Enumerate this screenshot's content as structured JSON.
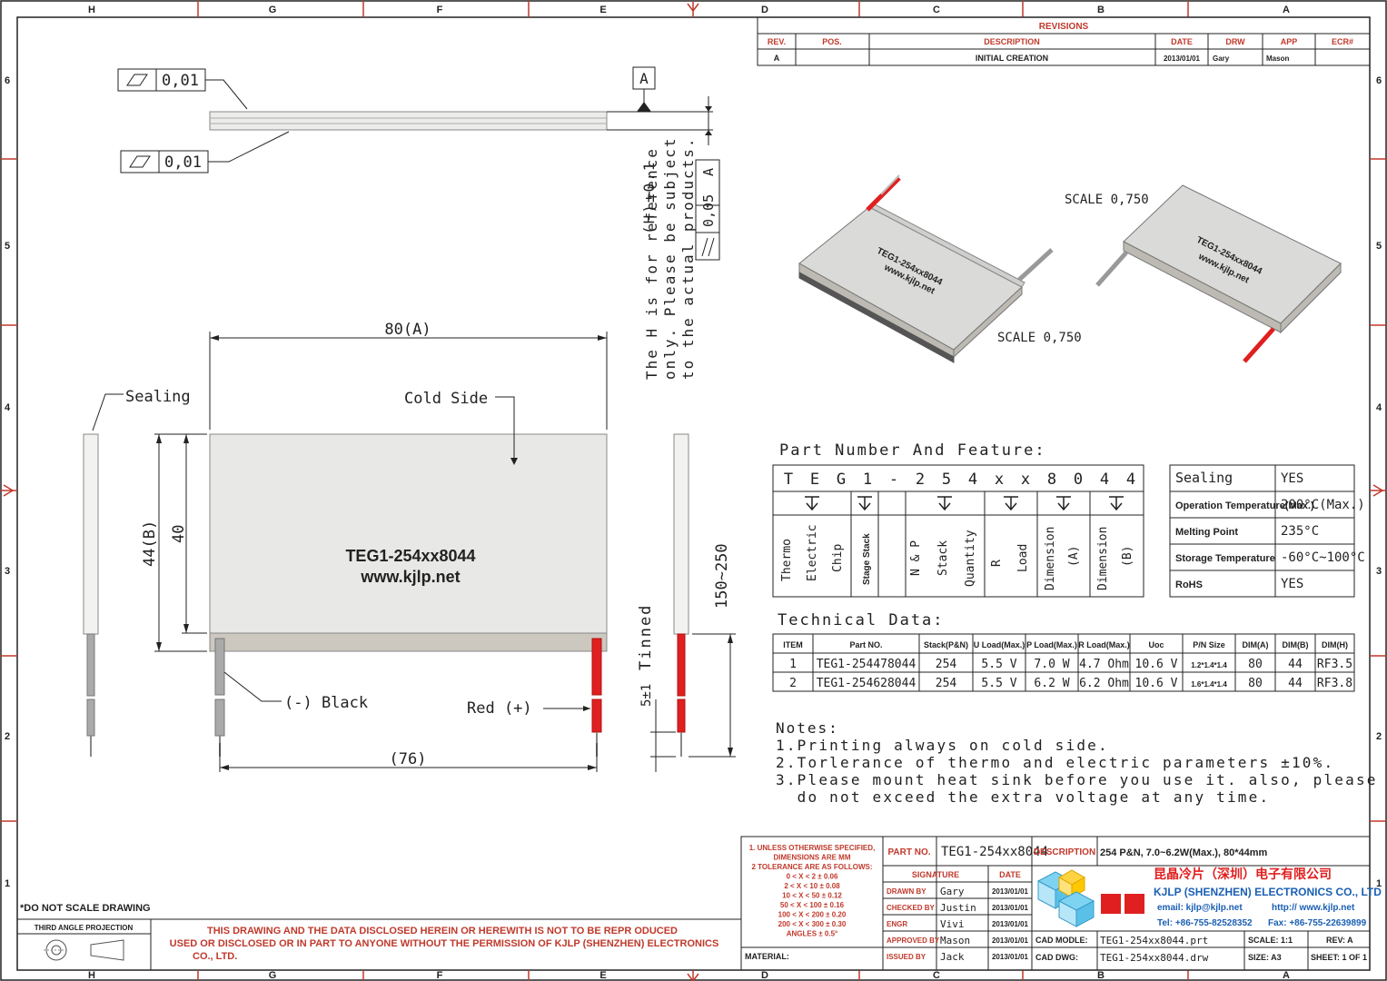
{
  "border": {
    "cols_top": [
      "H",
      "G",
      "F",
      "E",
      "D",
      "C",
      "B",
      "A"
    ],
    "rows": [
      "6",
      "5",
      "4",
      "3",
      "2",
      "1"
    ]
  },
  "revisions": {
    "title": "REVISIONS",
    "headers": [
      "REV.",
      "POS.",
      "DESCRIPTION",
      "DATE",
      "DRW",
      "APP",
      "ECR#"
    ],
    "row": [
      "A",
      "",
      "INITIAL CREATION",
      "2013/01/01",
      "Gary",
      "Mason",
      ""
    ]
  },
  "top_view": {
    "flat1": "0,01",
    "flat2": "0,01",
    "datum": "A",
    "parallel": "0,05",
    "parallel_datum": "A",
    "note_lines": [
      "(H)±0.1",
      "The H is for reference",
      "only. Please be subject",
      "to the actual products."
    ]
  },
  "iso": {
    "scale1": "SCALE  0,750",
    "scale2": "SCALE  0,750",
    "mark1": "TEG1-254xx8044",
    "mark2": "www.kjlp.net"
  },
  "front": {
    "dim_a": "80(A)",
    "dim_b": "44(B)",
    "dim_40": "40",
    "dim_76": "(76)",
    "cold_side": "Cold Side",
    "sealing": "Sealing",
    "black": "(-) Black",
    "red": "Red (+)",
    "tinned": "Tinned",
    "tinned_dim": "5±1",
    "lead_dim": "150~250",
    "mark1": "TEG1-254xx8044",
    "mark2": "www.kjlp.net"
  },
  "part_number": {
    "title": "Part Number And Feature:",
    "chars": [
      "T",
      "E",
      "G",
      "1",
      "-",
      "2",
      "5",
      "4",
      "x",
      "x",
      "8",
      "0",
      "4",
      "4"
    ],
    "labels": [
      "Thermo Electric Chip",
      "Stage Stack",
      "N & P Stack Quantity",
      "R Load",
      "Dimension (A)",
      "Dimension (B)"
    ]
  },
  "features": [
    {
      "k": "Sealing",
      "v": "YES"
    },
    {
      "k": "Operation Temperature(Max.)",
      "v": "200°C(Max.)"
    },
    {
      "k": "Melting Point",
      "v": "235°C"
    },
    {
      "k": "Storage Temperature",
      "v": "-60°C~100°C"
    },
    {
      "k": "RoHS",
      "v": "YES"
    }
  ],
  "tech": {
    "title": "Technical Data:",
    "headers": [
      "ITEM",
      "Part NO.",
      "Stack(P&N)",
      "U Load(Max.)",
      "P Load(Max.)",
      "R Load(Max.)",
      "Uoc",
      "P/N Size",
      "DIM(A)",
      "DIM(B)",
      "DIM(H)"
    ],
    "rows": [
      [
        "1",
        "TEG1-254478044",
        "254",
        "5.5 V",
        "7.0 W",
        "4.7 Ohm",
        "10.6 V",
        "1.2*1.4*1.4",
        "80",
        "44",
        "RF3.5"
      ],
      [
        "2",
        "TEG1-254628044",
        "254",
        "5.5 V",
        "6.2 W",
        "6.2 Ohm",
        "10.6 V",
        "1.6*1.4*1.4",
        "80",
        "44",
        "RF3.8"
      ]
    ]
  },
  "notes": {
    "title": "Notes:",
    "lines": [
      "1.Printing always on cold side.",
      "2.Torlerance of thermo and electric parameters ±10%.",
      "3.Please mount heat sink before you use it. also, please",
      "  do not exceed the extra voltage at any time."
    ]
  },
  "title_block": {
    "tol": [
      "1. UNLESS OTHERWISE SPECIFIED,",
      "DIMENSIONS ARE MM",
      "2 TOLERANCE ARE AS FOLLOWS:",
      "0 < X < 2  ± 0.06",
      "2 < X < 10  ± 0.08",
      "10 < X < 50  ± 0.12",
      "50 < X < 100  ± 0.16",
      "100 < X < 200  ± 0.20",
      "200 < X < 300  ± 0.30",
      "ANGLES ± 0.5°"
    ],
    "part_no_label": "PART NO.",
    "part_no": "TEG1-254xx8044",
    "desc_label": "DESCRIPTION",
    "desc": "254 P&N, 7.0~6.2W(Max.), 80*44mm",
    "sig_label": "SIGNATURE",
    "date_label": "DATE",
    "sigs": [
      {
        "role": "DRAWN BY",
        "name": "Gary",
        "date": "2013/01/01"
      },
      {
        "role": "CHECKED BY",
        "name": "Justin",
        "date": "2013/01/01"
      },
      {
        "role": "ENGR",
        "name": "Vivi",
        "date": "2013/01/01"
      },
      {
        "role": "APPROVED BY",
        "name": "Mason",
        "date": "2013/01/01"
      },
      {
        "role": "ISSUED BY",
        "name": "Jack",
        "date": "2013/01/01"
      }
    ],
    "company_cn": "昆晶冷片（深圳）电子有限公司",
    "company_en": "KJLP (SHENZHEN) ELECTRONICS CO., LTD",
    "email": "email: kjlp@kjlp.net",
    "web": "http:// www.kjlp.net",
    "tel": "Tel: +86-755-82528352",
    "fax": "Fax: +86-755-22639899",
    "cad_model_label": "CAD MODLE:",
    "cad_model": "TEG1-254xx8044.prt",
    "cad_dwg_label": "CAD DWG:",
    "cad_dwg": "TEG1-254xx8044.drw",
    "scale": "SCALE: 1:1",
    "rev": "REV: A",
    "size": "SIZE: A3",
    "sheet": "SHEET: 1 OF 1",
    "material": "MATERIAL:",
    "no_scale": "*DO NOT SCALE DRAWING",
    "projection": "THIRD ANGLE PROJECTION",
    "disclaimer": [
      "THIS DRAWING AND THE DATA DISCLOSED HEREIN OR HEREWITH IS NOT TO BE REPR ODUCED",
      "USED OR DISCLOSED OR IN PART TO ANYONE WITHOUT THE PERMISSION OF KJLP (SHENZHEN) ELECTRONICS",
      "CO., LTD."
    ]
  },
  "colors": {
    "red_lead": "#e02020",
    "plate": "#e7e7e6",
    "edge": "#c9c5bd"
  }
}
